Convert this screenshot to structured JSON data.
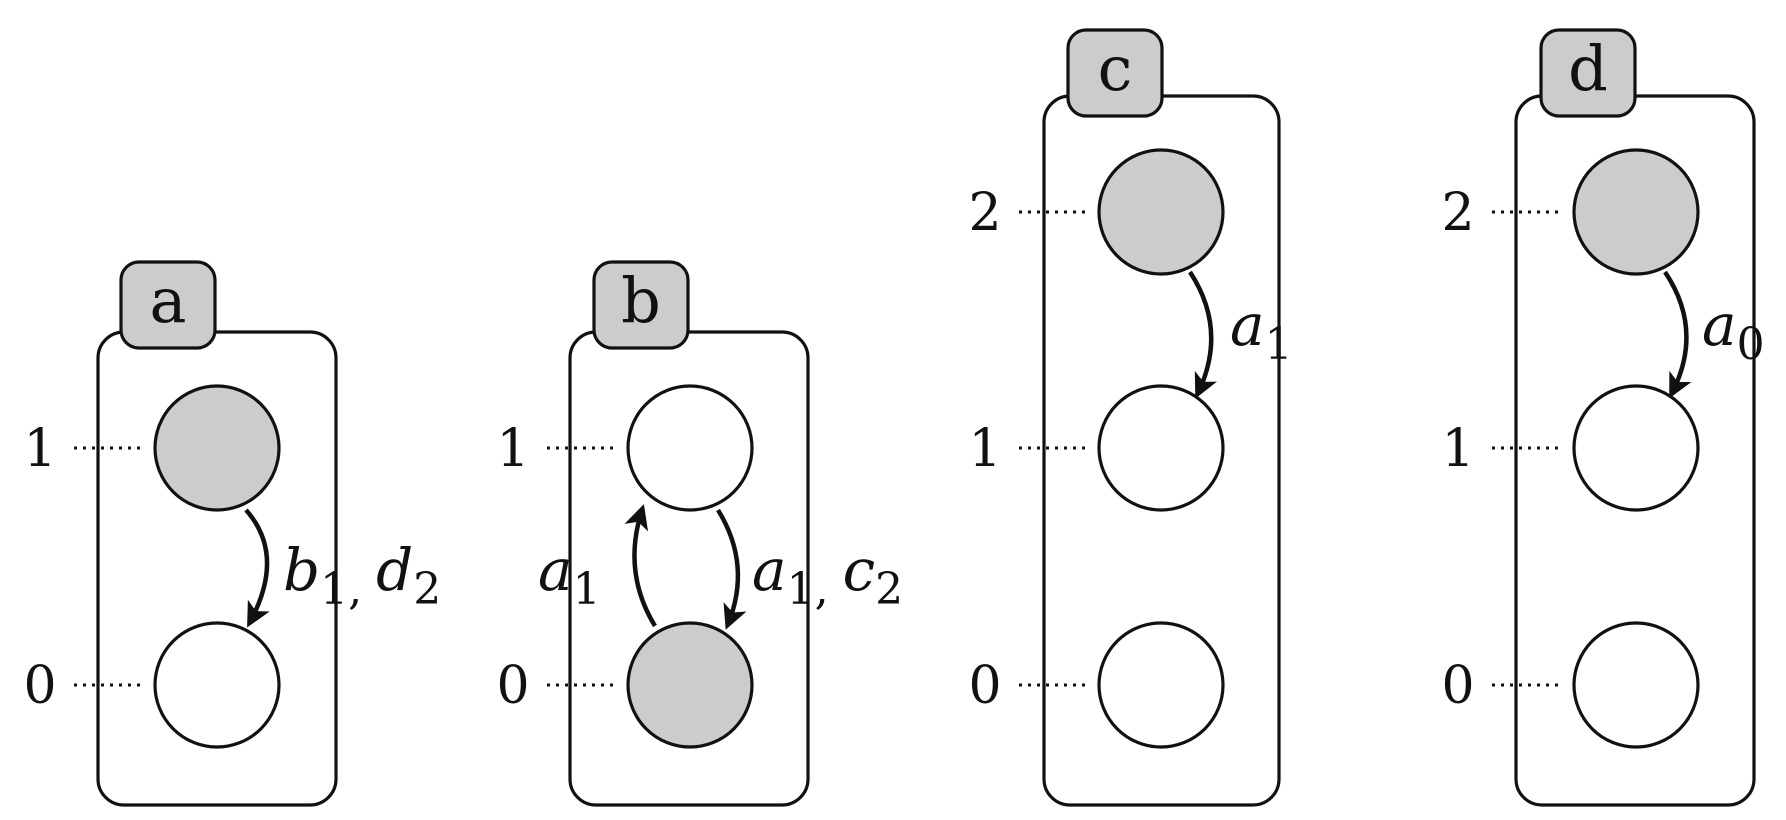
{
  "components": [
    {
      "name": "a",
      "levels": [
        {
          "label": "1",
          "fill": "gray"
        },
        {
          "label": "0",
          "fill": "white"
        }
      ],
      "edges": [
        {
          "from": "1",
          "to": "0",
          "label": [
            {
              "v": "b",
              "s": "1"
            },
            {
              "v": "d",
              "s": "2"
            }
          ]
        }
      ]
    },
    {
      "name": "b",
      "levels": [
        {
          "label": "1",
          "fill": "white"
        },
        {
          "label": "0",
          "fill": "gray"
        }
      ],
      "edges": [
        {
          "from": "0",
          "to": "1",
          "label": [
            {
              "v": "a",
              "s": "1"
            }
          ]
        },
        {
          "from": "1",
          "to": "0",
          "label": [
            {
              "v": "a",
              "s": "1"
            },
            {
              "v": "c",
              "s": "2"
            }
          ]
        }
      ]
    },
    {
      "name": "c",
      "levels": [
        {
          "label": "2",
          "fill": "gray"
        },
        {
          "label": "1",
          "fill": "white"
        },
        {
          "label": "0",
          "fill": "white"
        }
      ],
      "edges": [
        {
          "from": "2",
          "to": "1",
          "label": [
            {
              "v": "a",
              "s": "1"
            }
          ]
        }
      ]
    },
    {
      "name": "d",
      "levels": [
        {
          "label": "2",
          "fill": "gray"
        },
        {
          "label": "1",
          "fill": "white"
        },
        {
          "label": "0",
          "fill": "white"
        }
      ],
      "edges": [
        {
          "from": "2",
          "to": "1",
          "label": [
            {
              "v": "a",
              "s": "0"
            }
          ]
        }
      ]
    }
  ],
  "colors": {
    "active": "#cccccc",
    "inactive": "#ffffff",
    "stroke": "#111111"
  }
}
